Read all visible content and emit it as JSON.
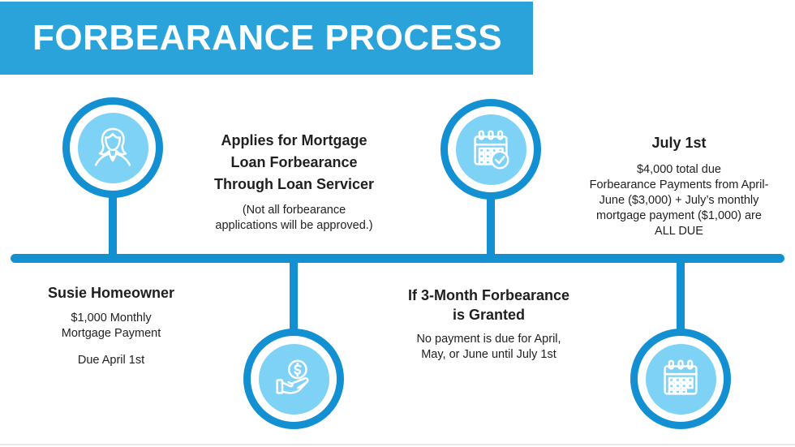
{
  "header": {
    "title": "FORBEARANCE PROCESS"
  },
  "colors": {
    "banner_blue": "#2aa3db",
    "timeline_blue": "#1390d2",
    "node_inner_blue": "#7dd2f5",
    "text_color": "#1f1f1f"
  },
  "steps": [
    {
      "icon": "homeowner-icon",
      "heading": "Susie Homeowner",
      "body": "$1,000 Monthly\nMortgage Payment",
      "note": "Due April 1st"
    },
    {
      "icon": "money-hand-icon",
      "heading": "Applies for Mortgage\nLoan Forbearance\nThrough Loan Servicer",
      "body": "(Not all forbearance\napplications will be approved.)"
    },
    {
      "icon": "calendar-check-icon",
      "heading": "If 3-Month Forbearance\nis Granted",
      "body": "No payment is due for April,\nMay, or June until July 1st"
    },
    {
      "icon": "calendar-icon",
      "heading": "July 1st",
      "body": "$4,000 total due\nForbearance Payments from April-\nJune ($3,000) + July’s monthly\nmortgage payment ($1,000) are\nALL DUE"
    }
  ]
}
